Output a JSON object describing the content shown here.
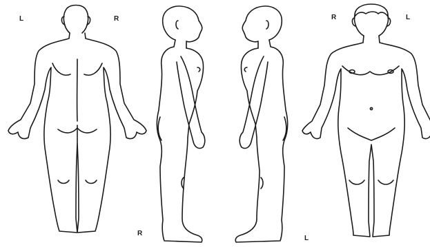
{
  "figures": {
    "back": {
      "left_marker": "L",
      "right_marker": "R"
    },
    "right_side": {
      "marker": "R"
    },
    "left_side": {
      "marker": "L"
    },
    "front": {
      "right_marker": "R",
      "left_marker": "L"
    }
  }
}
